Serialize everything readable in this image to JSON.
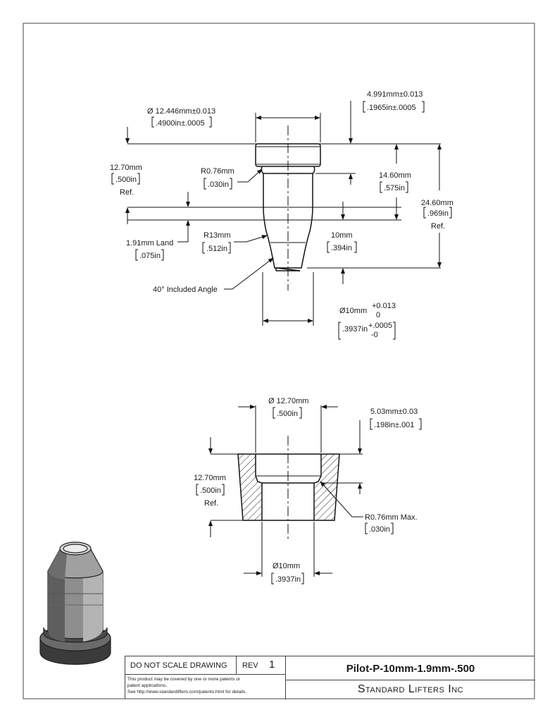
{
  "pilot": {
    "head_dia_mm": "Ø 12.446mm±0.013",
    "head_dia_in": ".4900in±.0005",
    "head_height_mm": "4.991mm±0.013",
    "head_height_in": ".1965in±.0005",
    "ref_length_mm": "12.70mm",
    "ref_length_in": ".500in",
    "ref_length_ref": "Ref.",
    "radius_mm": "R0.76mm",
    "radius_in": ".030in",
    "shank_len_mm": "14.60mm",
    "shank_len_in": ".575in",
    "overall_mm": "24.60mm",
    "overall_in": ".969in",
    "overall_ref": "Ref.",
    "land_mm": "1.91mm Land",
    "land_in": ".075in",
    "nose_radius_mm": "R13mm",
    "nose_radius_in": ".512in",
    "nose_len_mm": "10mm",
    "nose_len_in": ".394in",
    "angle": "40° Included Angle",
    "shank_dia_mm": "Ø10mm",
    "shank_dia_mm_tol_upper": "+0.013",
    "shank_dia_mm_tol_lower": "0",
    "shank_dia_in": ".3937in",
    "shank_dia_in_tol_upper": "+.0005",
    "shank_dia_in_tol_lower": "-0"
  },
  "bushing": {
    "bore_dia_mm": "Ø 12.70mm",
    "bore_dia_in": ".500in",
    "counterbore_mm": "5.03mm±0.03",
    "counterbore_in": ".198in±.001",
    "height_mm": "12.70mm",
    "height_in": ".500in",
    "height_ref": "Ref.",
    "radius_mm": "R0.76mm Max.",
    "radius_in": ".030in",
    "hole_dia_mm": "Ø10mm",
    "hole_dia_in": ".3937in"
  },
  "title_block": {
    "scale_note": "DO NOT SCALE DRAWING",
    "rev_label": "REV",
    "rev_value": "1",
    "part_number": "Pilot-P-10mm-1.9mm-.500",
    "company": "Standard Lifters Inc",
    "patent_line_1": "This product may be covered by one or more patents or",
    "patent_line_2": "patent applications.",
    "patent_line_3": "See http://www.standardlifters.com/patents.html for details."
  }
}
